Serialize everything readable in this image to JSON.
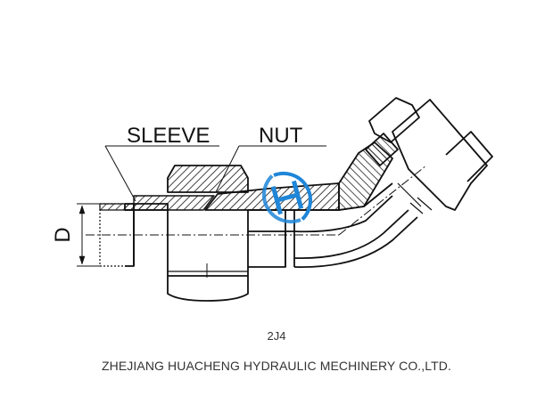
{
  "drawing": {
    "labels": {
      "sleeve": "SLEEVE",
      "nut": "NUT",
      "dimension": "D"
    },
    "watermark_icon": "brand-logo-icon"
  },
  "caption": {
    "part_code": "2J4",
    "company": "ZHEJIANG HUACHENG HYDRAULIC MECHINERY CO.,LTD."
  }
}
